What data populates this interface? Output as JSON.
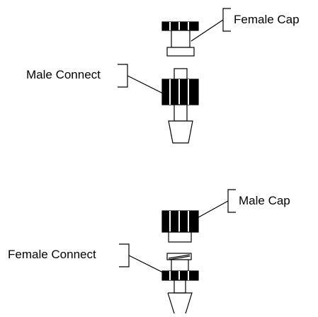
{
  "labels": {
    "female_cap": "Female Cap",
    "male_connect": "Male Connect",
    "male_cap": "Male Cap",
    "female_connect": "Female Connect"
  },
  "colors": {
    "line": "#000000",
    "background": "#ffffff"
  }
}
